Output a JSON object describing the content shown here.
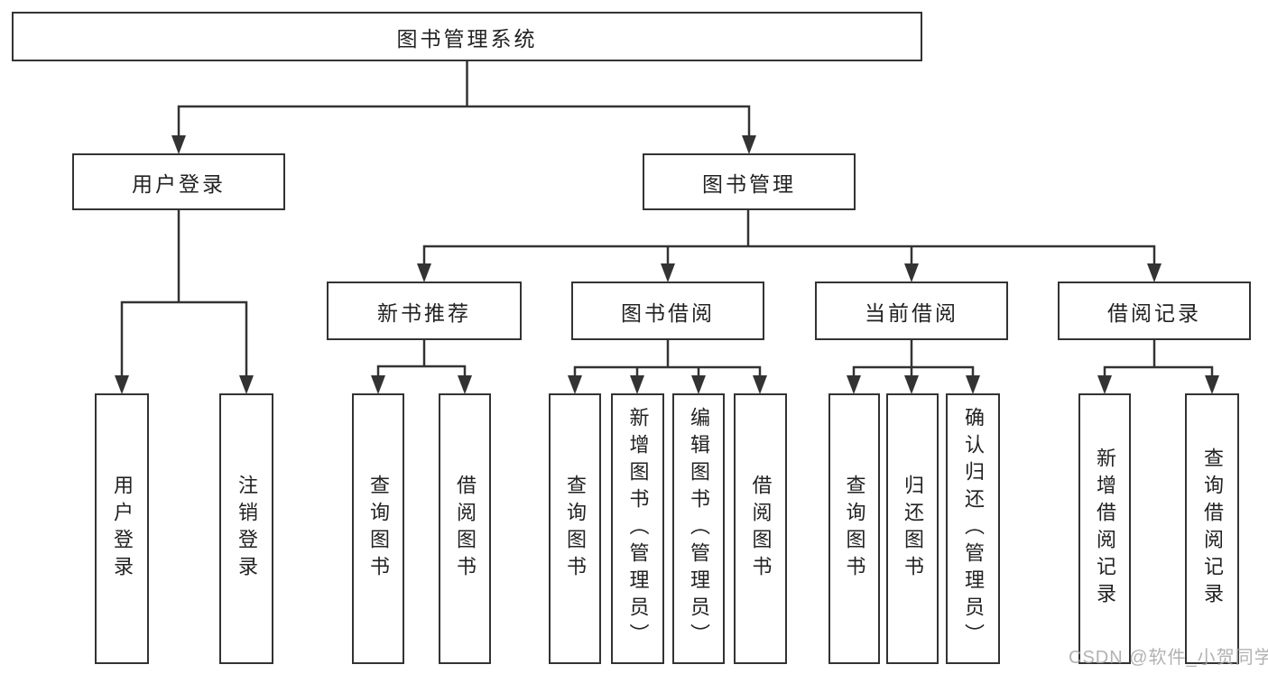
{
  "diagram_title": "图书管理系统",
  "colors": {
    "line": "#333333",
    "box_border": "#333333",
    "text": "#222222",
    "watermark": "#a5a5a5",
    "background": "#ffffff"
  },
  "tree": {
    "root": "图书管理系统",
    "branches": [
      {
        "label": "用户登录",
        "children": [
          {
            "label": "用户登录"
          },
          {
            "label": "注销登录"
          }
        ]
      },
      {
        "label": "图书管理",
        "children": [
          {
            "label": "新书推荐",
            "children": [
              {
                "label": "查询图书"
              },
              {
                "label": "借阅图书"
              }
            ]
          },
          {
            "label": "图书借阅",
            "children": [
              {
                "label": "查询图书"
              },
              {
                "label": "新增图书（管理员）"
              },
              {
                "label": "编辑图书（管理员）"
              },
              {
                "label": "借阅图书"
              }
            ]
          },
          {
            "label": "当前借阅",
            "children": [
              {
                "label": "查询图书"
              },
              {
                "label": "归还图书"
              },
              {
                "label": "确认归还（管理员）"
              }
            ]
          },
          {
            "label": "借阅记录",
            "children": [
              {
                "label": "新增借阅记录"
              },
              {
                "label": "查询借阅记录"
              }
            ]
          }
        ]
      }
    ]
  },
  "watermark": {
    "text": "CSDN @软件_小贺同学"
  }
}
